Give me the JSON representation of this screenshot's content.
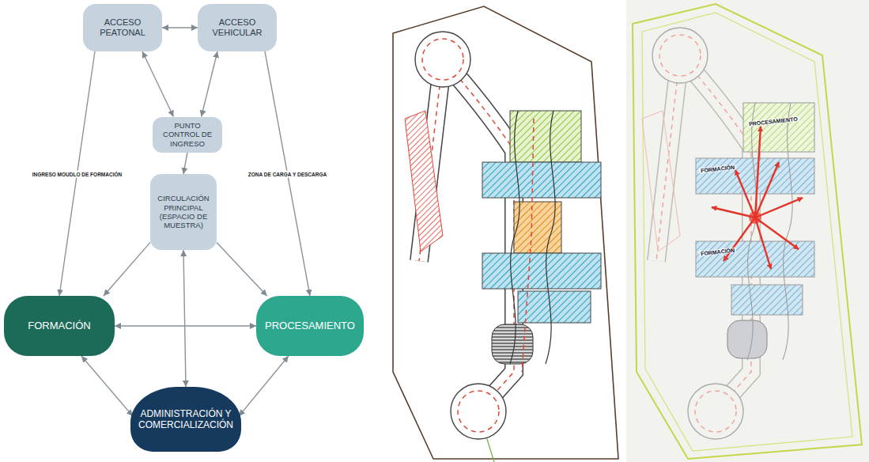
{
  "diagram": {
    "nodes": [
      {
        "text": [
          "ACCESO PEATONAL"
        ]
      },
      {
        "text": [
          "ACCESO VEHICULAR"
        ]
      },
      {
        "text": [
          "PUNTO CONTROL DE INGRESO"
        ]
      },
      {
        "text": [
          "CIRCULACIÓN PRINCIPAL (ESPACIO DE MUESTRA)"
        ]
      },
      {
        "text": [
          "FORMACIÓN"
        ]
      },
      {
        "text": [
          "PROCESAMIENTO"
        ]
      },
      {
        "text": [
          "ADMINISTRACIÓN Y COMERCIALIZACIÓN"
        ]
      }
    ],
    "edges": [
      {
        "from": 0,
        "to": 1,
        "arrow": "both"
      },
      {
        "from": 0,
        "to": 2,
        "arrow": "both"
      },
      {
        "from": 1,
        "to": 2,
        "arrow": "both"
      },
      {
        "from": 2,
        "to": 3,
        "arrow": "to"
      },
      {
        "from": 0,
        "to": 4,
        "arrow": "to",
        "label": "INGRESO MOUDLO DE FORMACIÓN"
      },
      {
        "from": 1,
        "to": 5,
        "arrow": "to",
        "label": "ZONA DE CARGA Y DESCARGA"
      },
      {
        "from": 3,
        "to": 4,
        "arrow": "to"
      },
      {
        "from": 3,
        "to": 5,
        "arrow": "to"
      },
      {
        "from": 3,
        "to": 6,
        "arrow": "both"
      },
      {
        "from": 4,
        "to": 5,
        "arrow": "both"
      },
      {
        "from": 4,
        "to": 6,
        "arrow": "both"
      },
      {
        "from": 5,
        "to": 6,
        "arrow": "both"
      }
    ],
    "labels": [
      "PROCESAMIENTO",
      "FORMACIÓN",
      "FORMACIÓN"
    ]
  }
}
